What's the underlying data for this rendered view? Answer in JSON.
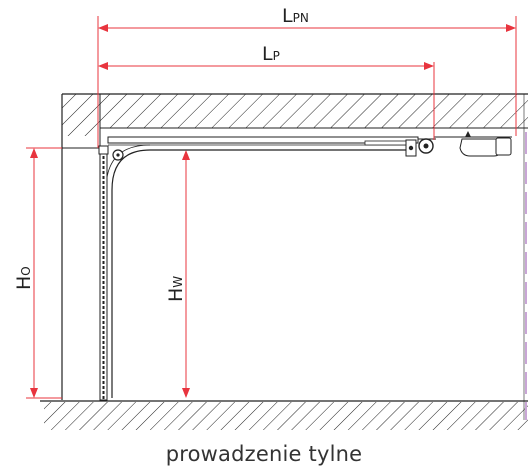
{
  "labels": {
    "lpn_main": "L",
    "lpn_sub": "PN",
    "lp_main": "L",
    "lp_sub": "P",
    "ho_main": "H",
    "ho_sub": "O",
    "hw_main": "H",
    "hw_sub": "W"
  },
  "caption": "prowadzenie tylne",
  "colors": {
    "dimension": "#e8343e",
    "line": "#222222",
    "guide": "#c9a6d6"
  }
}
